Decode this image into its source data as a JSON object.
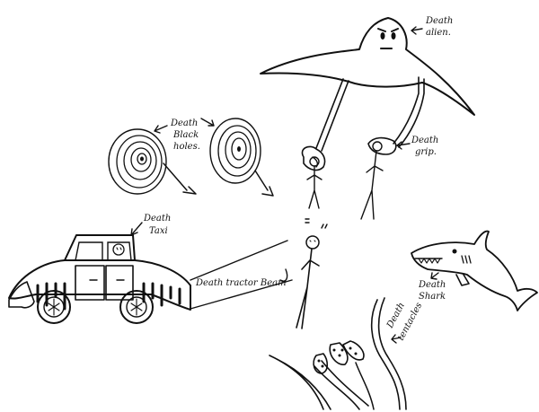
{
  "colors": {
    "ink": "#111111",
    "paper": "#ffffff"
  },
  "labels": {
    "alien_line1": "Death",
    "alien_line2": "alien.",
    "black_holes_line1": "Death",
    "black_holes_line2": "Black",
    "black_holes_line3": "holes.",
    "grip_line1": "Death",
    "grip_line2": "grip.",
    "taxi_line1": "Death",
    "taxi_line2": "Taxi",
    "tractor_beam": "Death tractor Beam",
    "shark_line1": "Death",
    "shark_line2": "Shark",
    "tentacles_line1": "Death",
    "tentacles_line2": "tentacles"
  }
}
